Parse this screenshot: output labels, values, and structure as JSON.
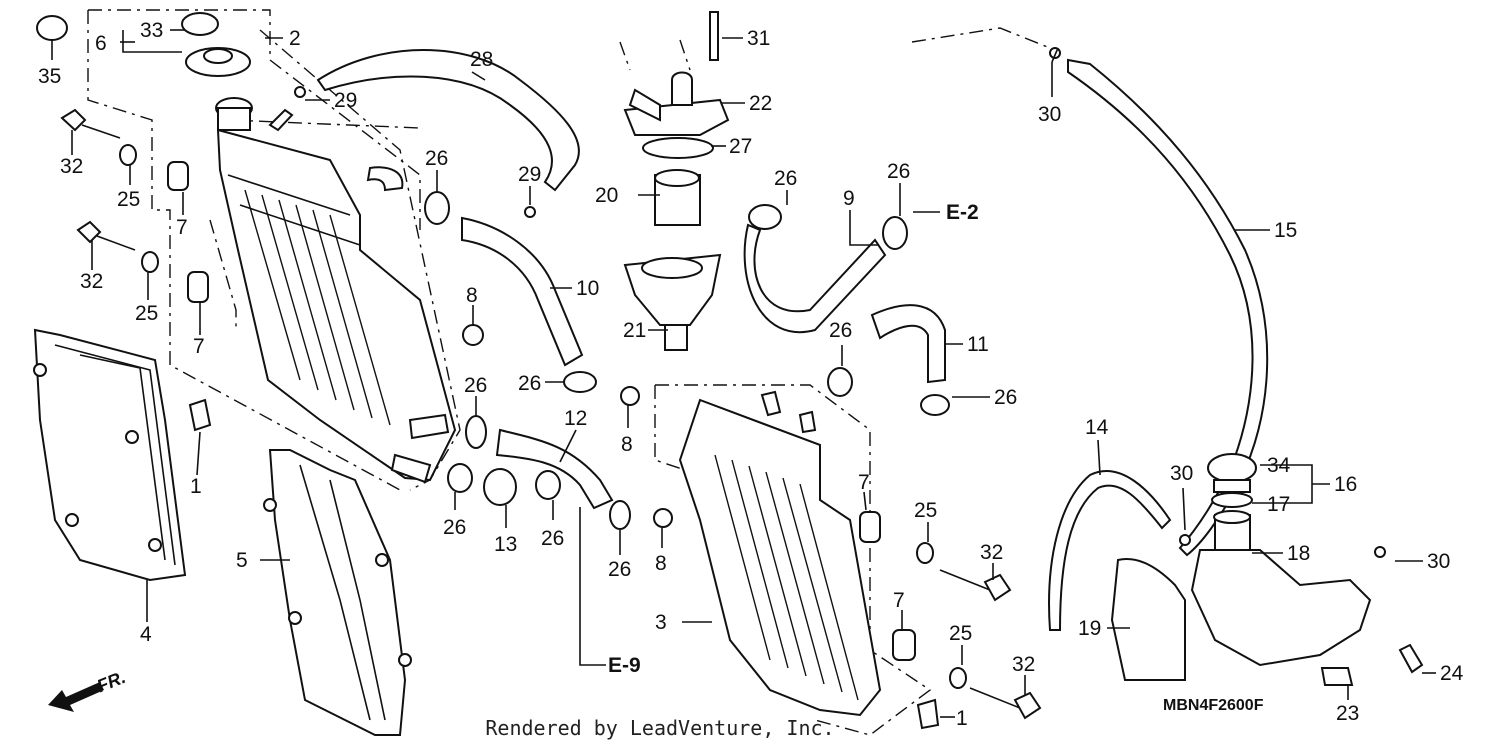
{
  "diagram": {
    "labels": [
      "1",
      "2",
      "3",
      "4",
      "5",
      "6",
      "7",
      "8",
      "9",
      "10",
      "11",
      "12",
      "13",
      "14",
      "15",
      "16",
      "17",
      "18",
      "19",
      "20",
      "21",
      "22",
      "23",
      "24",
      "25",
      "26",
      "27",
      "28",
      "29",
      "30",
      "31",
      "32",
      "33",
      "34",
      "35"
    ],
    "refs": {
      "e2": "E-2",
      "e9": "E-9",
      "front": "FR."
    },
    "part_code": "MBN4F2600F",
    "credit": "Rendered by LeadVenture, Inc."
  }
}
